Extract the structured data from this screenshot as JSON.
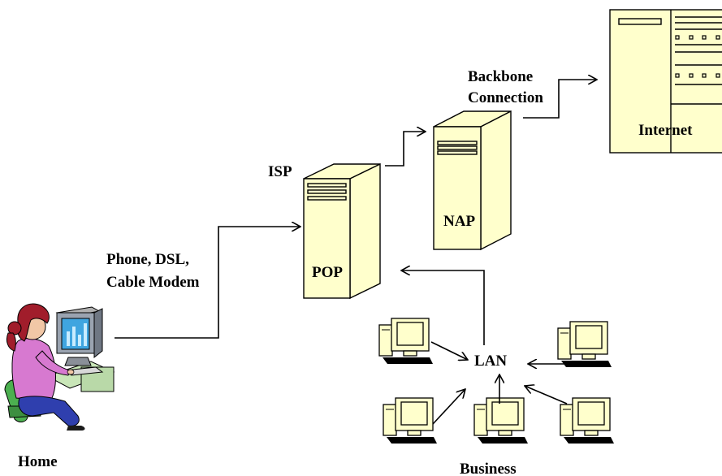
{
  "labels": {
    "backbone_line1": "Backbone",
    "backbone_line2": "Connection",
    "internet": "Internet",
    "isp": "ISP",
    "nap": "NAP",
    "pop": "POP",
    "phone_line1": "Phone, DSL,",
    "phone_line2": "Cable Modem",
    "lan": "LAN",
    "home": "Home",
    "business": "Business"
  },
  "colors": {
    "equipment_fill": "#ffffcc",
    "outline": "#000000"
  },
  "icons": {
    "home_user": "person-at-computer-icon",
    "workstation": "desktop-computer-icon",
    "server": "server-tower-icon"
  }
}
